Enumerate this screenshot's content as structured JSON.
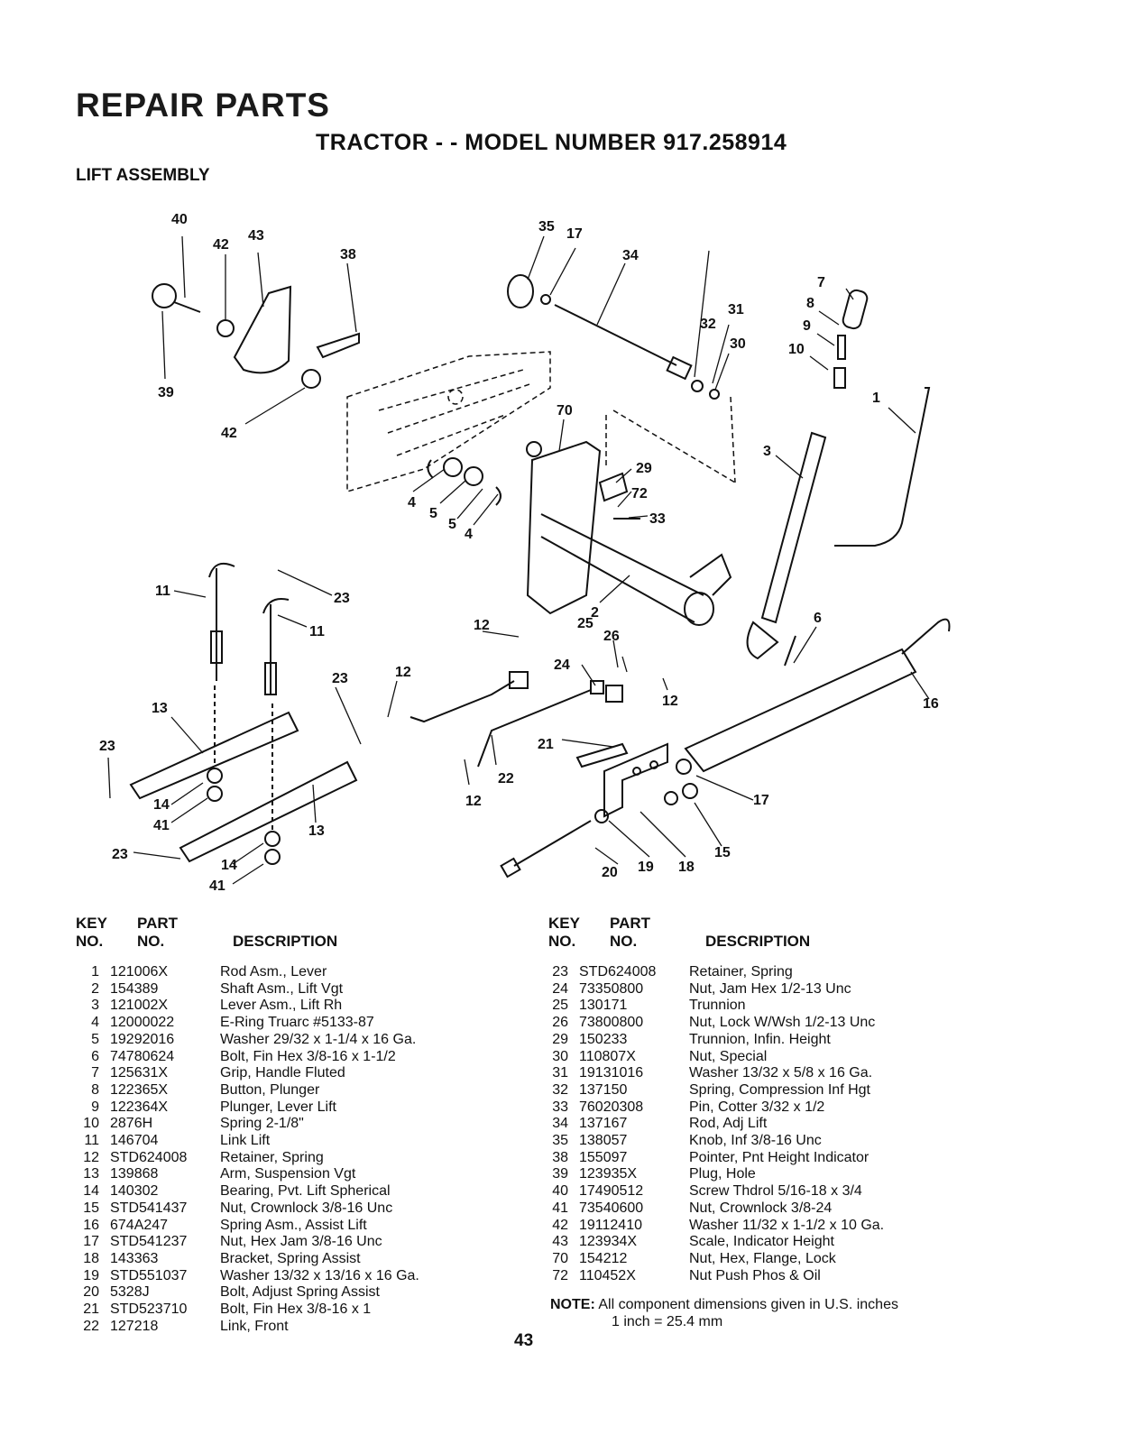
{
  "header": {
    "title": "REPAIR PARTS",
    "model": "TRACTOR - - MODEL NUMBER 917.258914",
    "section": "LIFT ASSEMBLY"
  },
  "callouts": [
    "40",
    "42",
    "43",
    "38",
    "39",
    "42",
    "35",
    "17",
    "34",
    "7",
    "8",
    "9",
    "10",
    "31",
    "32",
    "30",
    "1",
    "3",
    "70",
    "29",
    "72",
    "33",
    "4",
    "5",
    "5",
    "4",
    "11",
    "23",
    "11",
    "2",
    "6",
    "12",
    "25",
    "26",
    "24",
    "23",
    "12",
    "12",
    "13",
    "16",
    "21",
    "22",
    "23",
    "14",
    "41",
    "12",
    "17",
    "13",
    "23",
    "14",
    "41",
    "15",
    "20",
    "19",
    "18"
  ],
  "table_headers": {
    "key": "KEY",
    "no": "NO.",
    "part": "PART",
    "part_no": "NO.",
    "description": "DESCRIPTION"
  },
  "parts_left": [
    {
      "key": "1",
      "part": "121006X",
      "desc": "Rod Asm., Lever"
    },
    {
      "key": "2",
      "part": "154389",
      "desc": "Shaft Asm., Lift Vgt"
    },
    {
      "key": "3",
      "part": "121002X",
      "desc": "Lever Asm., Lift Rh"
    },
    {
      "key": "4",
      "part": "12000022",
      "desc": "E-Ring Truarc #5133-87"
    },
    {
      "key": "5",
      "part": "19292016",
      "desc": "Washer 29/32 x 1-1/4 x 16 Ga."
    },
    {
      "key": "6",
      "part": "74780624",
      "desc": "Bolt, Fin Hex 3/8-16 x 1-1/2"
    },
    {
      "key": "7",
      "part": "125631X",
      "desc": "Grip, Handle Fluted"
    },
    {
      "key": "8",
      "part": "122365X",
      "desc": "Button, Plunger"
    },
    {
      "key": "9",
      "part": "122364X",
      "desc": "Plunger, Lever Lift"
    },
    {
      "key": "10",
      "part": "2876H",
      "desc": "Spring 2-1/8\""
    },
    {
      "key": "11",
      "part": "146704",
      "desc": "Link Lift"
    },
    {
      "key": "12",
      "part": "STD624008",
      "desc": "Retainer, Spring"
    },
    {
      "key": "13",
      "part": "139868",
      "desc": "Arm, Suspension Vgt"
    },
    {
      "key": "14",
      "part": "140302",
      "desc": "Bearing, Pvt. Lift Spherical"
    },
    {
      "key": "15",
      "part": "STD541437",
      "desc": "Nut, Crownlock 3/8-16 Unc"
    },
    {
      "key": "16",
      "part": "674A247",
      "desc": "Spring Asm., Assist Lift"
    },
    {
      "key": "17",
      "part": "STD541237",
      "desc": "Nut, Hex Jam 3/8-16 Unc"
    },
    {
      "key": "18",
      "part": "143363",
      "desc": "Bracket, Spring Assist"
    },
    {
      "key": "19",
      "part": "STD551037",
      "desc": "Washer 13/32 x 13/16 x 16 Ga."
    },
    {
      "key": "20",
      "part": "5328J",
      "desc": "Bolt, Adjust Spring Assist"
    },
    {
      "key": "21",
      "part": "STD523710",
      "desc": "Bolt, Fin Hex 3/8-16 x 1"
    },
    {
      "key": "22",
      "part": "127218",
      "desc": "Link, Front"
    }
  ],
  "parts_right": [
    {
      "key": "23",
      "part": "STD624008",
      "desc": "Retainer, Spring"
    },
    {
      "key": "24",
      "part": "73350800",
      "desc": "Nut, Jam Hex 1/2-13 Unc"
    },
    {
      "key": "25",
      "part": "130171",
      "desc": "Trunnion"
    },
    {
      "key": "26",
      "part": "73800800",
      "desc": "Nut, Lock W/Wsh 1/2-13 Unc"
    },
    {
      "key": "29",
      "part": "150233",
      "desc": "Trunnion, Infin. Height"
    },
    {
      "key": "30",
      "part": "110807X",
      "desc": "Nut, Special"
    },
    {
      "key": "31",
      "part": "19131016",
      "desc": "Washer 13/32 x 5/8 x 16 Ga."
    },
    {
      "key": "32",
      "part": "137150",
      "desc": "Spring, Compression Inf Hgt"
    },
    {
      "key": "33",
      "part": "76020308",
      "desc": "Pin, Cotter 3/32 x 1/2"
    },
    {
      "key": "34",
      "part": "137167",
      "desc": "Rod, Adj Lift"
    },
    {
      "key": "35",
      "part": "138057",
      "desc": "Knob, Inf 3/8-16 Unc"
    },
    {
      "key": "38",
      "part": "155097",
      "desc": "Pointer, Pnt Height Indicator"
    },
    {
      "key": "39",
      "part": "123935X",
      "desc": "Plug, Hole"
    },
    {
      "key": "40",
      "part": "17490512",
      "desc": "Screw Thdrol 5/16-18 x 3/4"
    },
    {
      "key": "41",
      "part": "73540600",
      "desc": "Nut, Crownlock 3/8-24"
    },
    {
      "key": "42",
      "part": "19112410",
      "desc": "Washer 11/32 x 1-1/2 x 10 Ga."
    },
    {
      "key": "43",
      "part": "123934X",
      "desc": "Scale, Indicator Height"
    },
    {
      "key": "70",
      "part": "154212",
      "desc": "Nut, Hex, Flange, Lock"
    },
    {
      "key": "72",
      "part": "110452X",
      "desc": "Nut Push Phos & Oil"
    }
  ],
  "note": {
    "label": "NOTE:",
    "line1": "All component dimensions given in U.S. inches",
    "line2": "1 inch = 25.4 mm"
  },
  "page_number": "43"
}
